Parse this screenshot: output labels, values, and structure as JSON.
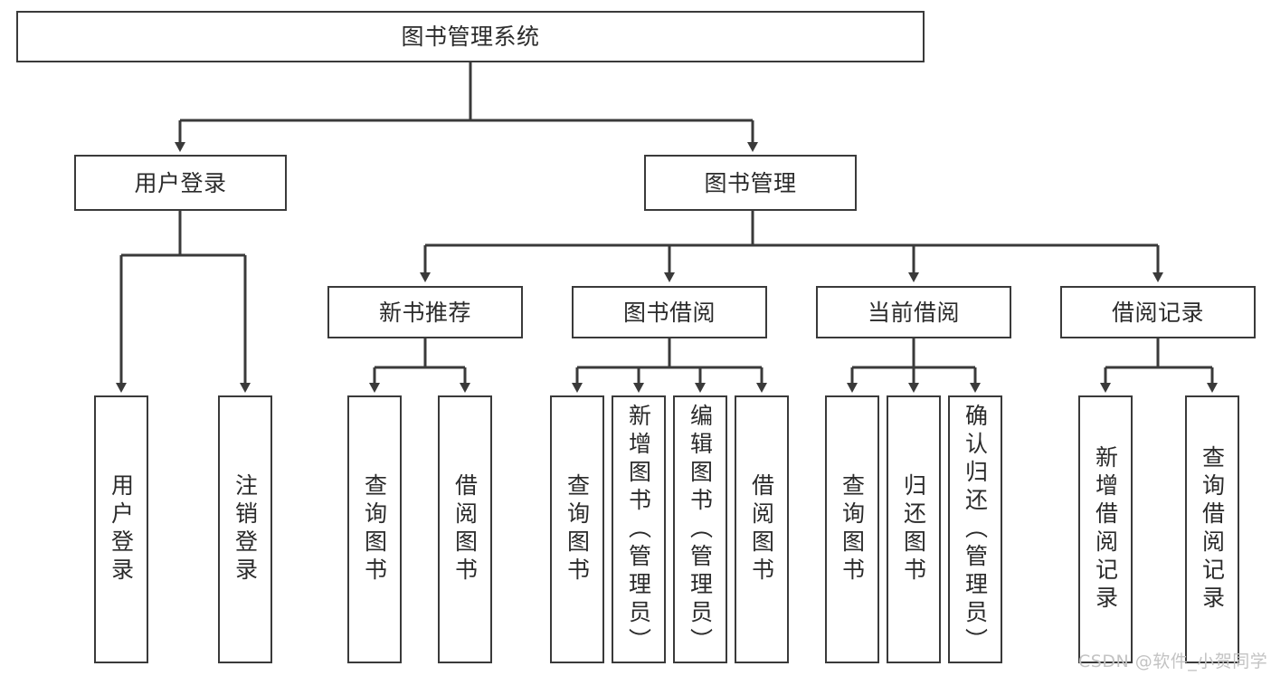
{
  "diagram": {
    "title": "图书管理系统",
    "type": "tree-hierarchy-diagram",
    "root": {
      "label": "图书管理系统"
    },
    "level2": [
      {
        "label": "用户登录"
      },
      {
        "label": "图书管理"
      }
    ],
    "level3": [
      {
        "label": "新书推荐"
      },
      {
        "label": "图书借阅"
      },
      {
        "label": "当前借阅"
      },
      {
        "label": "借阅记录"
      }
    ],
    "leaves": {
      "user_login": [
        {
          "label": "用户登录"
        },
        {
          "label": "注销登录"
        }
      ],
      "new_book_recommend": [
        {
          "label": "查询图书"
        },
        {
          "label": "借阅图书"
        }
      ],
      "book_borrow": [
        {
          "label": "查询图书"
        },
        {
          "label": "新增图书（管理员）"
        },
        {
          "label": "编辑图书（管理员）"
        },
        {
          "label": "借阅图书"
        }
      ],
      "current_borrow": [
        {
          "label": "查询图书"
        },
        {
          "label": "归还图书"
        },
        {
          "label": "确认归还（管理员）"
        }
      ],
      "borrow_record": [
        {
          "label": "新增借阅记录"
        },
        {
          "label": "查询借阅记录"
        }
      ]
    }
  },
  "watermark": {
    "text": "CSDN @软件_小贺同学"
  },
  "colors": {
    "border": "#3a3a3a",
    "text": "#2b2b2b",
    "background": "#ffffff",
    "watermark": "#c3c3c3"
  }
}
